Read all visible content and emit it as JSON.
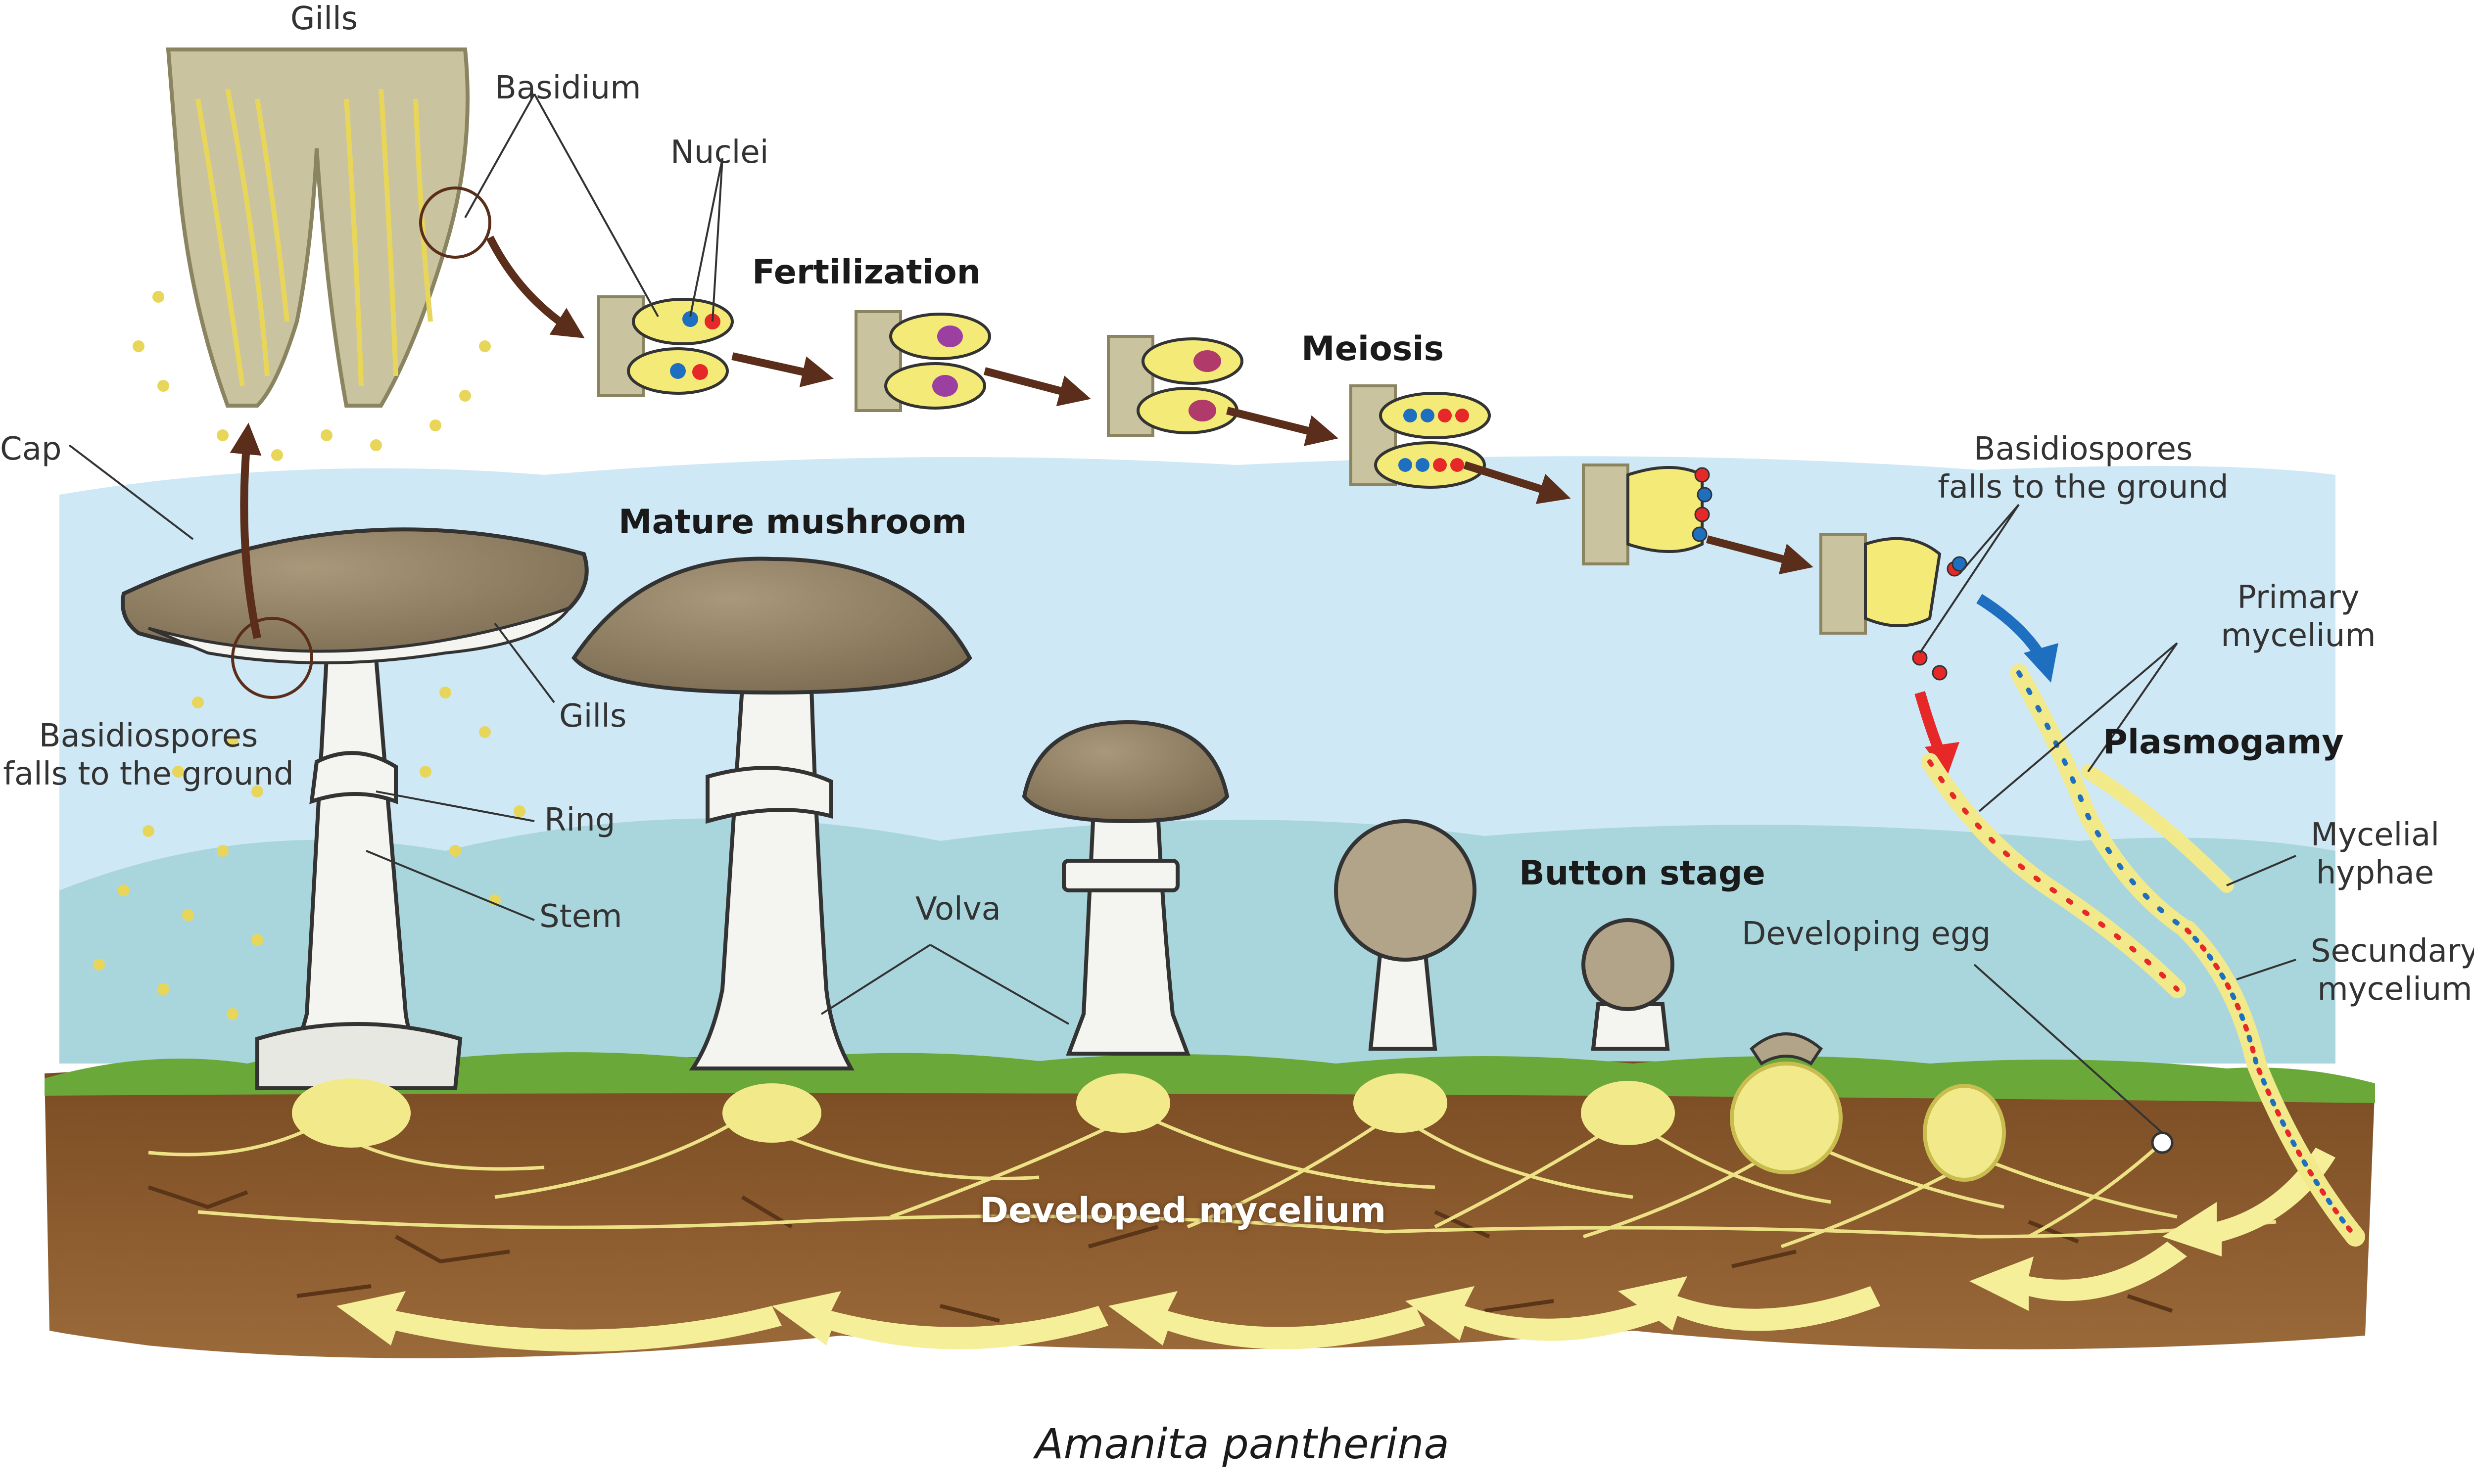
{
  "labels": {
    "gills_top": "Gills",
    "basidium": "Basidium",
    "nuclei": "Nuclei",
    "fertilization": "Fertilization",
    "meiosis": "Meiosis",
    "cap": "Cap",
    "mature_mushroom": "Mature mushroom",
    "gills": "Gills",
    "basidiospores_left_1": "Basidiospores",
    "basidiospores_left_2": "falls to the ground",
    "ring": "Ring",
    "stem": "Stem",
    "volva": "Volva",
    "button_stage": "Button stage",
    "basidiospores_right_1": "Basidiospores",
    "basidiospores_right_2": "falls to the ground",
    "primary_mycelium_1": "Primary",
    "primary_mycelium_2": "mycelium",
    "plasmogamy": "Plasmogamy",
    "mycelial_hyphae_1": "Mycelial",
    "mycelial_hyphae_2": "hyphae",
    "secundary_mycelium_1": "Secundary",
    "secundary_mycelium_2": "mycelium",
    "developing_egg": "Developing egg",
    "developed_mycelium": "Developed mycelium"
  },
  "caption": "Amanita pantherina",
  "colors": {
    "sky": "#cfe8f5",
    "hill": "#a9d6dc",
    "soil": "#8b5a2b",
    "soil_dark": "#6b4320",
    "grass": "#6aa83a",
    "mycelium": "#f2ea8a",
    "cap": "#8f7d62",
    "stem": "#f4f4f0",
    "arrow": "#5a2e1a",
    "nucleus_red": "#e62828",
    "nucleus_blue": "#1f6fc0"
  }
}
